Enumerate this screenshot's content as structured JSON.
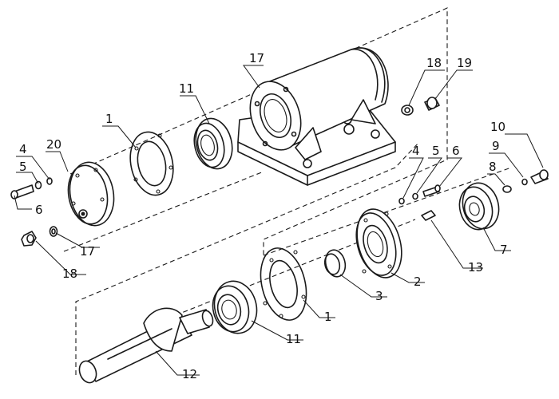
{
  "figure": {
    "parts": [
      {
        "id": "p1a",
        "label": "1"
      },
      {
        "id": "p1b",
        "label": "1"
      },
      {
        "id": "p2",
        "label": "2"
      },
      {
        "id": "p3",
        "label": "3"
      },
      {
        "id": "p4a",
        "label": "4"
      },
      {
        "id": "p4b",
        "label": "4"
      },
      {
        "id": "p5a",
        "label": "5"
      },
      {
        "id": "p5b",
        "label": "5"
      },
      {
        "id": "p6a",
        "label": "6"
      },
      {
        "id": "p6b",
        "label": "6"
      },
      {
        "id": "p7",
        "label": "7"
      },
      {
        "id": "p8",
        "label": "8"
      },
      {
        "id": "p9",
        "label": "9"
      },
      {
        "id": "p10",
        "label": "10"
      },
      {
        "id": "p11a",
        "label": "11"
      },
      {
        "id": "p11b",
        "label": "11"
      },
      {
        "id": "p12",
        "label": "12"
      },
      {
        "id": "p13",
        "label": "13"
      },
      {
        "id": "p17a",
        "label": "17"
      },
      {
        "id": "p17b",
        "label": "17"
      },
      {
        "id": "p18a",
        "label": "18"
      },
      {
        "id": "p18b",
        "label": "18"
      },
      {
        "id": "p19",
        "label": "19"
      },
      {
        "id": "p20",
        "label": "20"
      }
    ]
  }
}
